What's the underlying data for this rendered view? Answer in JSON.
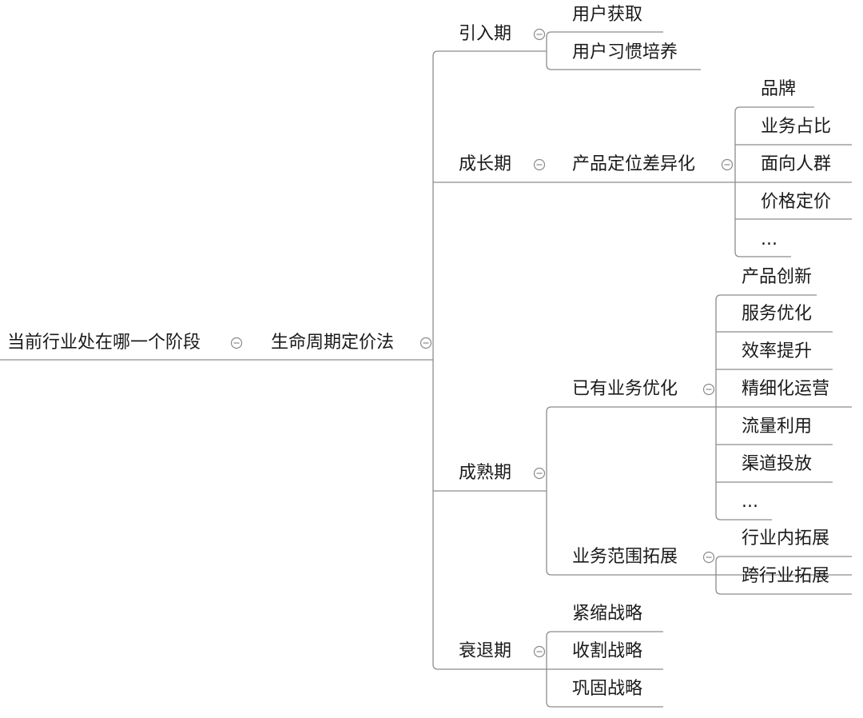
{
  "mindmap": {
    "root": {
      "label": "当前行业处在哪一个阶段"
    },
    "method": {
      "label": "生命周期定价法"
    },
    "stages": [
      {
        "label": "引入期",
        "children": [
          "用户获取",
          "用户习惯培养"
        ]
      },
      {
        "label": "成长期",
        "children": [
          {
            "label": "产品定位差异化",
            "children": [
              "品牌",
              "业务占比",
              "面向人群",
              "价格定价",
              "..."
            ]
          }
        ]
      },
      {
        "label": "成熟期",
        "children": [
          {
            "label": "已有业务优化",
            "children": [
              "产品创新",
              "服务优化",
              "效率提升",
              "精细化运营",
              "流量利用",
              "渠道投放",
              "..."
            ]
          },
          {
            "label": "业务范围拓展",
            "children": [
              "行业内拓展",
              "跨行业拓展"
            ]
          }
        ]
      },
      {
        "label": "衰退期",
        "children": [
          "紧缩战略",
          "收割战略",
          "巩固战略"
        ]
      }
    ]
  },
  "colors": {
    "line": "#8c8c8c",
    "text": "#1a1a1a",
    "background": "#ffffff"
  },
  "icons": {
    "collapse": "collapse-minus-icon"
  }
}
